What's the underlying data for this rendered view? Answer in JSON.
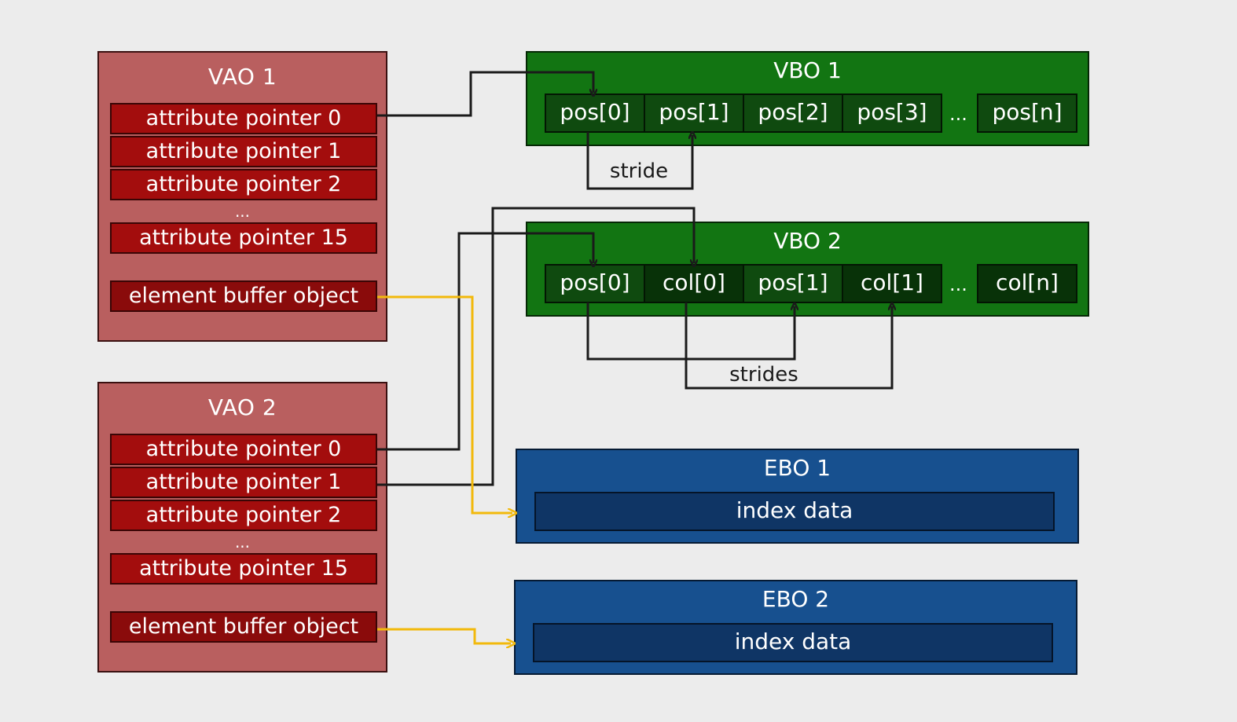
{
  "vao1": {
    "title": "VAO 1",
    "pointers": [
      "attribute pointer 0",
      "attribute pointer 1",
      "attribute pointer 2",
      "attribute pointer 15"
    ],
    "ellipsis": "...",
    "ebo": "element buffer object"
  },
  "vao2": {
    "title": "VAO 2",
    "pointers": [
      "attribute pointer 0",
      "attribute pointer 1",
      "attribute pointer 2",
      "attribute pointer 15"
    ],
    "ellipsis": "...",
    "ebo": "element buffer object"
  },
  "vbo1": {
    "title": "VBO 1",
    "cells": [
      "pos[0]",
      "pos[1]",
      "pos[2]",
      "pos[3]",
      "pos[n]"
    ],
    "dots": "...",
    "stride_label": "stride"
  },
  "vbo2": {
    "title": "VBO 2",
    "cells": [
      "pos[0]",
      "col[0]",
      "pos[1]",
      "col[1]",
      "col[n]"
    ],
    "dots": "...",
    "stride_label": "strides"
  },
  "ebo1": {
    "title": "EBO 1",
    "data": "index data"
  },
  "ebo2": {
    "title": "EBO 2",
    "data": "index data"
  },
  "colors": {
    "vao": "#b95f5f",
    "pointer": "#a30d0d",
    "vbo": "#127512",
    "ebo": "#17508f",
    "attribute_arrow": "#1a1a1a",
    "ebo_arrow": "#f2b90c"
  }
}
